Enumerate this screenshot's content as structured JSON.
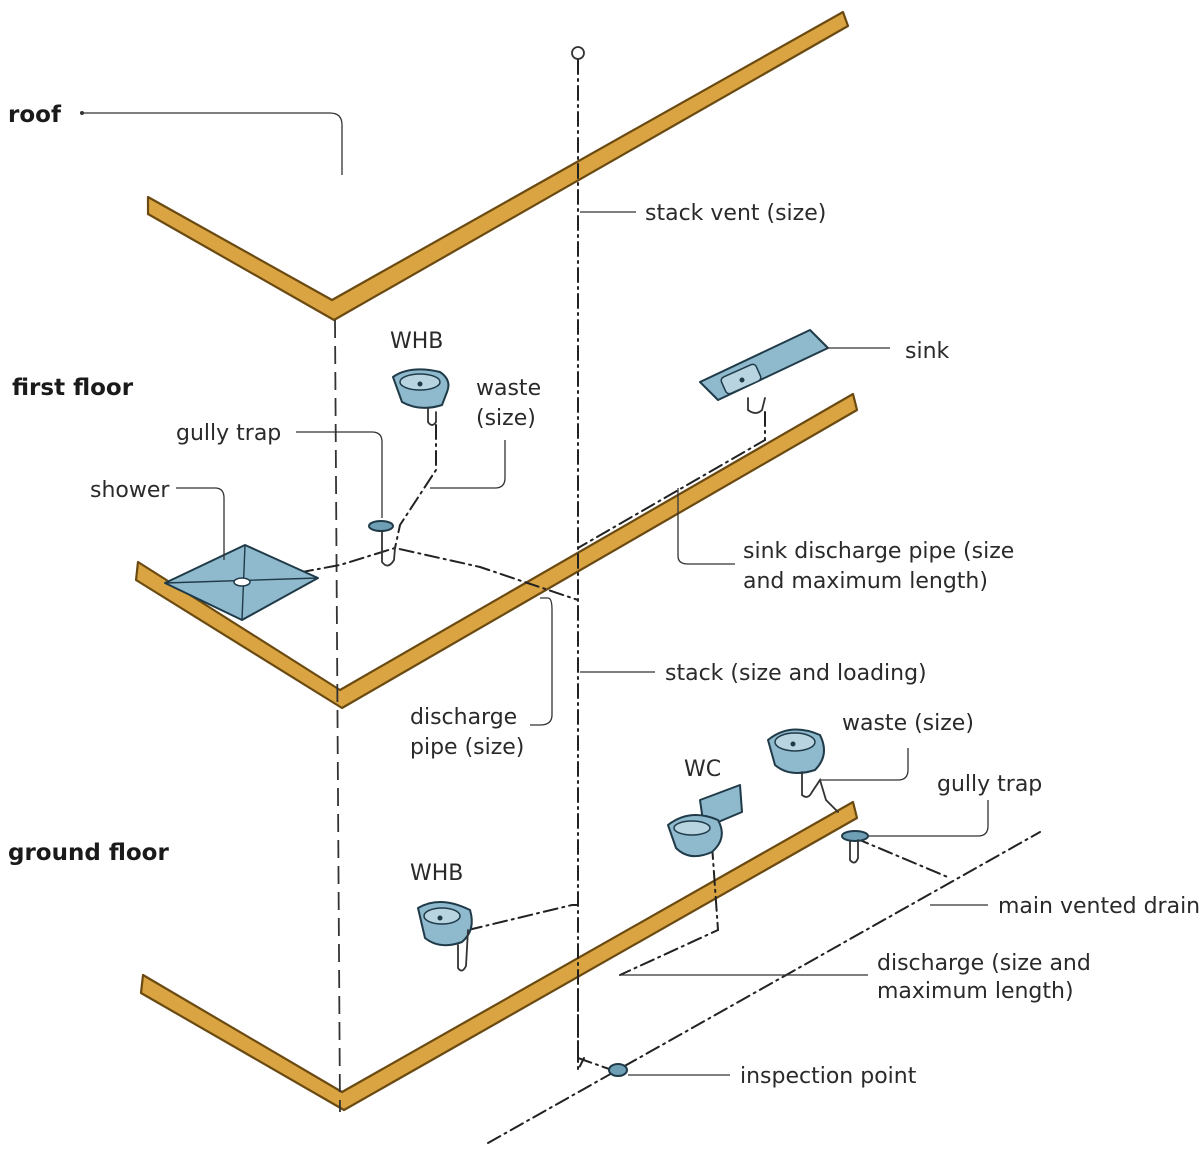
{
  "labels": {
    "roof": "roof",
    "first_floor": "first floor",
    "ground_floor": "ground floor",
    "stack_vent": "stack vent (size)",
    "whb_first": "WHB",
    "waste_first_1": "waste",
    "waste_first_2": "(size)",
    "sink": "sink",
    "gully_trap_first": "gully trap",
    "shower": "shower",
    "sink_discharge_1": "sink discharge pipe (size",
    "sink_discharge_2": "and maximum length)",
    "stack": "stack (size and loading)",
    "discharge_pipe_1": "discharge",
    "discharge_pipe_2": "pipe (size)",
    "waste_ground": "waste (size)",
    "wc": "WC",
    "gully_trap_ground": "gully trap",
    "whb_ground": "WHB",
    "main_vented_drain": "main vented drain",
    "discharge_ground_1": "discharge (size and",
    "discharge_ground_2": "maximum length)",
    "inspection_point": "inspection point"
  },
  "colors": {
    "floor": "#d9a441",
    "fixture": "#8fb9cc",
    "pipe": "#222222"
  }
}
